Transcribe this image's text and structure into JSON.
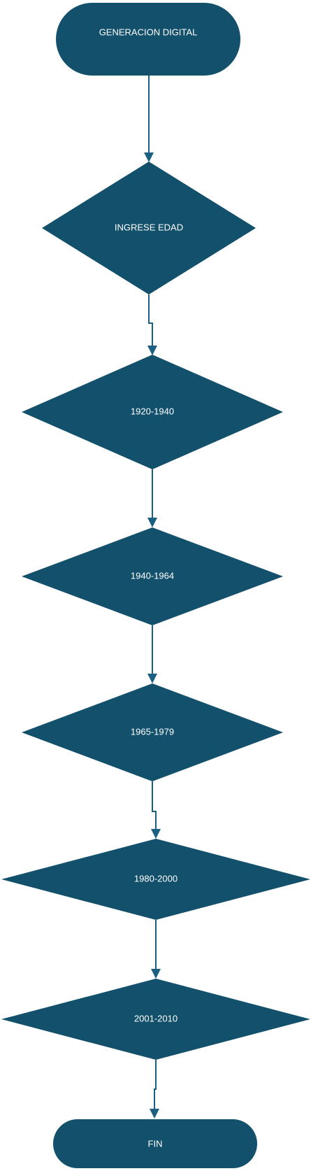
{
  "diagram": {
    "colors": {
      "node_fill": "#12506c",
      "connector": "#1b6083",
      "label_text": "#ffffff",
      "background": "#ffffff"
    },
    "nodes": {
      "start": {
        "shape": "terminator",
        "label": "GENERACION DIGITAL"
      },
      "input": {
        "shape": "decision",
        "label": "INGRESE EDAD"
      },
      "range_1920_1940": {
        "shape": "decision",
        "label": "1920-1940"
      },
      "range_1940_1964": {
        "shape": "decision",
        "label": "1940-1964"
      },
      "range_1965_1979": {
        "shape": "decision",
        "label": "1965-1979"
      },
      "range_1980_2000": {
        "shape": "decision",
        "label": "1980-2000"
      },
      "range_2001_2010": {
        "shape": "decision",
        "label": "2001-2010"
      },
      "end": {
        "shape": "terminator",
        "label": "FIN"
      }
    }
  }
}
